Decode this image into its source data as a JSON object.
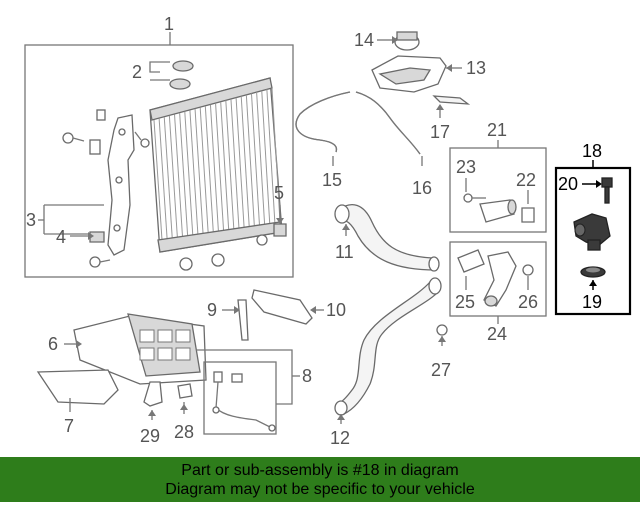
{
  "callouts": {
    "c1": "1",
    "c2": "2",
    "c3": "3",
    "c4": "4",
    "c5": "5",
    "c6": "6",
    "c7": "7",
    "c8": "8",
    "c9": "9",
    "c10": "10",
    "c11": "11",
    "c12": "12",
    "c13": "13",
    "c14": "14",
    "c15": "15",
    "c16": "16",
    "c17": "17",
    "c18": "18",
    "c19": "19",
    "c20": "20",
    "c21": "21",
    "c22": "22",
    "c23": "23",
    "c24": "24",
    "c25": "25",
    "c26": "26",
    "c27": "27",
    "c28": "28",
    "c29": "29"
  },
  "banner": {
    "line1": "Part or sub-assembly is #18 in diagram",
    "line2": "Diagram may not be specific to your vehicle",
    "background": "#2e7d1b"
  },
  "highlight": {
    "part_number": "18",
    "border_color": "#000000"
  }
}
